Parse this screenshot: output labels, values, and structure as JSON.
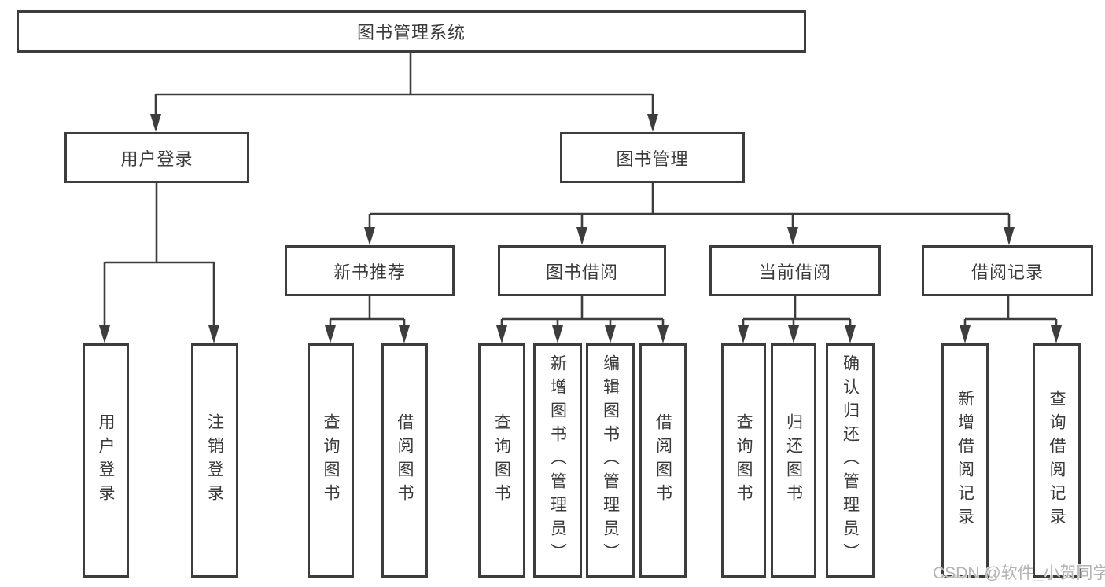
{
  "diagram": {
    "root": {
      "label": "图书管理系统"
    },
    "login": {
      "label": "用户登录",
      "children": [
        {
          "label": "用户登录"
        },
        {
          "label": "注销登录"
        }
      ]
    },
    "mgmt": {
      "label": "图书管理",
      "sections": [
        {
          "label": "新书推荐",
          "children": [
            {
              "label": "查询图书"
            },
            {
              "label": "借阅图书"
            }
          ]
        },
        {
          "label": "图书借阅",
          "children": [
            {
              "label": "查询图书"
            },
            {
              "label": "新增图书（管理员）"
            },
            {
              "label": "编辑图书（管理员）"
            },
            {
              "label": "借阅图书"
            }
          ]
        },
        {
          "label": "当前借阅",
          "children": [
            {
              "label": "查询图书"
            },
            {
              "label": "归还图书"
            },
            {
              "label": "确认归还（管理员）"
            }
          ]
        },
        {
          "label": "借阅记录",
          "children": [
            {
              "label": "新增借阅记录"
            },
            {
              "label": "查询借阅记录"
            }
          ]
        }
      ]
    },
    "watermark": "CSDN @软件_小贺同学"
  },
  "colors": {
    "line": "#3d3d3d",
    "text": "#3a3a3a",
    "watermark": "#b3b3b3",
    "background": "#ffffff"
  }
}
